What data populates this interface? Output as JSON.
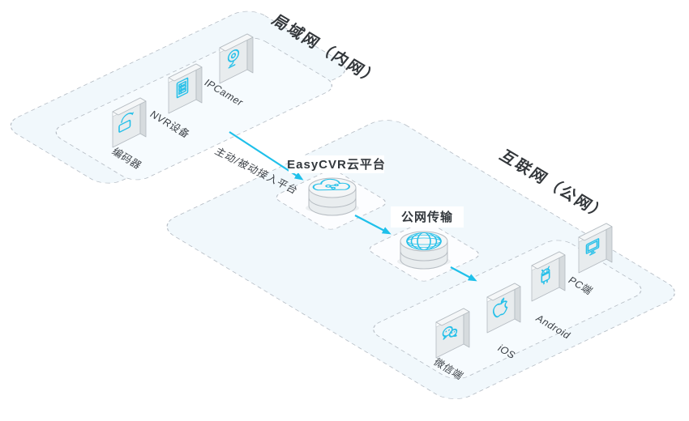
{
  "diagram": {
    "title_lan": "局域网（内网）",
    "title_internet": "互联网（公网）",
    "devices": {
      "encoder": "编码器",
      "nvr": "NVR设备",
      "ipcamera": "IPCamer",
      "wechat": "微信端",
      "ios": "iOS",
      "android": "Android",
      "pc": "PC端"
    },
    "platforms": {
      "easycvr": "EasyCVR云平台",
      "transport": "公网传输"
    },
    "edge_label": "主动/被动接入平台",
    "colors": {
      "accent": "#1fc0ea",
      "icon": "#27c0e9",
      "region_fill_outer": "#f1f8fc",
      "region_fill_inner": "#f6fbfe",
      "dashed_border": "#b7bec6",
      "text": "#3c4147"
    }
  }
}
